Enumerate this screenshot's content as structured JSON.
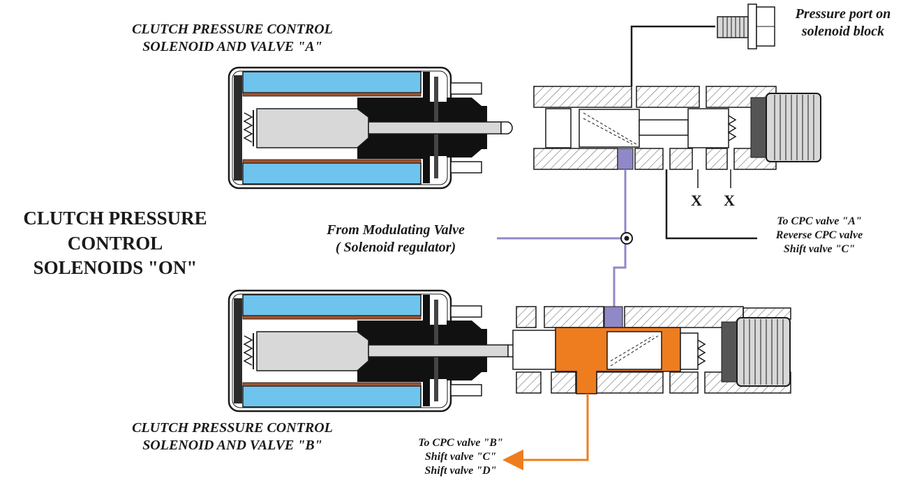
{
  "labels": {
    "solenoid_a": [
      "CLUTCH PRESSURE CONTROL",
      "SOLENOID AND VALVE \"A\""
    ],
    "solenoid_b": [
      "CLUTCH PRESSURE CONTROL",
      "SOLENOID AND VALVE \"B\""
    ],
    "main_title": [
      "CLUTCH PRESSURE",
      "CONTROL",
      "SOLENOIDS \"ON\""
    ],
    "pressure_port": [
      "Pressure port on",
      "solenoid block"
    ],
    "modulating": [
      "From Modulating Valve",
      "( Solenoid regulator)"
    ],
    "outputs_a": [
      "To CPC valve \"A\"",
      "Reverse CPC valve",
      "Shift valve \"C\""
    ],
    "outputs_b": [
      "To CPC valve \"B\"",
      "Shift valve \"C\"",
      "Shift valve \"D\""
    ],
    "exhaust_marks": [
      "X",
      "X"
    ]
  },
  "colors": {
    "line": "#1a1a1a",
    "coil": "#6ec4ec",
    "winding": "#a0522d",
    "modulated_oil": "#9089c8",
    "clutch_oil": "#ee7d1f",
    "plunger": "#d8d8d8"
  }
}
